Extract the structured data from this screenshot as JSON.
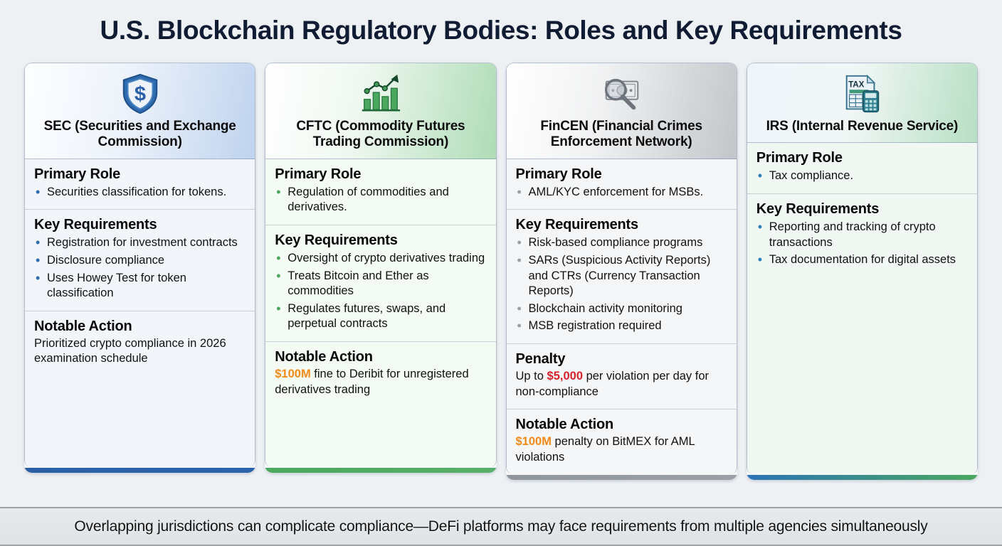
{
  "page": {
    "title": "U.S. Blockchain Regulatory Bodies: Roles and Key Requirements",
    "background_color": "#eef1f4",
    "title_color": "#101c33"
  },
  "footer": {
    "note": "Overlapping jurisdictions can complicate compliance—DeFi platforms may face requirements from multiple agencies simultaneously"
  },
  "cards": [
    {
      "key": "sec",
      "icon": "shield-dollar-icon",
      "accent_color": "#2a5fa8",
      "bullet_color": "#2f6aad",
      "title": "SEC (Securities and Exchange Commission)",
      "sections": [
        {
          "heading": "Primary Role",
          "bullets": [
            "Securities classification for tokens."
          ]
        },
        {
          "heading": "Key Requirements",
          "bullets": [
            "Registration for investment contracts",
            "Disclosure compliance",
            "Uses Howey Test for token classification"
          ]
        },
        {
          "heading": "Notable Action",
          "paragraph_parts": [
            {
              "text": "Prioritized crypto compliance in 2026 examination schedule",
              "style": "plain"
            }
          ]
        }
      ]
    },
    {
      "key": "cftc",
      "icon": "bar-chart-trend-icon",
      "accent_color": "#4aa85f",
      "bullet_color": "#4aa85f",
      "title": "CFTC (Commodity Futures Trading Commission)",
      "sections": [
        {
          "heading": "Primary Role",
          "bullets": [
            "Regulation of commodities and derivatives."
          ]
        },
        {
          "heading": "Key Requirements",
          "bullets": [
            "Oversight of crypto derivatives trading",
            "Treats Bitcoin and Ether as commodities",
            "Regulates futures, swaps, and perpetual contracts"
          ]
        },
        {
          "heading": "Notable Action",
          "paragraph_parts": [
            {
              "text": "$100M",
              "style": "orange"
            },
            {
              "text": " fine to Deribit for unregistered derivatives trading",
              "style": "plain"
            }
          ]
        }
      ]
    },
    {
      "key": "fincen",
      "icon": "magnifier-banknote-icon",
      "accent_color": "#8f969c",
      "bullet_color": "#9aa0a6",
      "title": "FinCEN (Financial Crimes Enforcement Network)",
      "sections": [
        {
          "heading": "Primary Role",
          "bullets": [
            "AML/KYC enforcement for MSBs."
          ]
        },
        {
          "heading": "Key Requirements",
          "bullets": [
            "Risk-based compliance programs",
            "SARs (Suspicious Activity Reports) and CTRs (Currency Transaction Reports)",
            "Blockchain activity monitoring",
            "MSB registration required"
          ]
        },
        {
          "heading": "Penalty",
          "paragraph_parts": [
            {
              "text": "Up to ",
              "style": "plain"
            },
            {
              "text": "$5,000",
              "style": "red"
            },
            {
              "text": " per violation per day for non-compliance",
              "style": "plain"
            }
          ]
        },
        {
          "heading": "Notable Action",
          "paragraph_parts": [
            {
              "text": "$100M",
              "style": "orange"
            },
            {
              "text": " penalty on BitMEX for AML violations",
              "style": "plain"
            }
          ]
        }
      ]
    },
    {
      "key": "irs",
      "icon": "tax-form-calculator-icon",
      "accent_color": "#2a74b5",
      "bullet_color": "#2f7fb5",
      "title": "IRS (Internal Revenue Service)",
      "sections": [
        {
          "heading": "Primary Role",
          "bullets": [
            "Tax compliance."
          ]
        },
        {
          "heading": "Key Requirements",
          "bullets": [
            "Reporting and tracking of crypto transactions",
            "Tax documentation for digital assets"
          ]
        }
      ]
    }
  ],
  "colors": {
    "orange": "#f18a16",
    "red": "#d6232b"
  }
}
